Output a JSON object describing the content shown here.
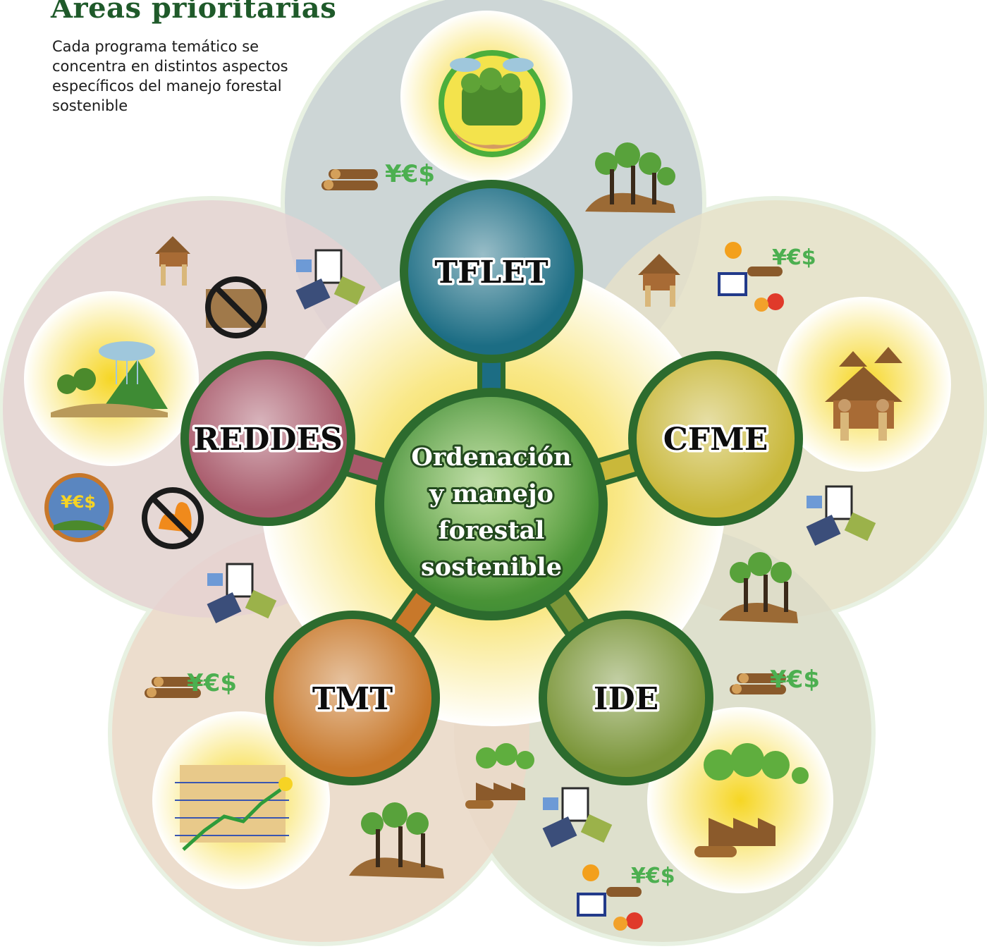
{
  "header": {
    "title": "Áreas prioritarias",
    "subtitle": "Cada programa temático se concentra en distintos aspectos específicos del manejo forestal sostenible"
  },
  "hub": {
    "lines": [
      "Ordenación",
      "y manejo",
      "forestal",
      "sostenible"
    ],
    "color": "#4e9a3c"
  },
  "programs": [
    {
      "id": "tflet",
      "label": "TFLET",
      "color": "#1c6d84",
      "petal": "#c7d0d3",
      "text_color": "#0d0d0d",
      "outline_color": "#ffffff"
    },
    {
      "id": "cfme",
      "label": "CFME",
      "color": "#c9b83a",
      "petal": "#e7e0c8",
      "text_color": "#0d0d0d",
      "outline_color": "#ffffff"
    },
    {
      "id": "ide",
      "label": "IDE",
      "color": "#7a9538",
      "petal": "#dcdcc8",
      "text_color": "#0d0d0d",
      "outline_color": "#ffffff"
    },
    {
      "id": "tmt",
      "label": "TMT",
      "color": "#c8782a",
      "petal": "#edd8c8",
      "text_color": "#0d0d0d",
      "outline_color": "#ffffff"
    },
    {
      "id": "reddes",
      "label": "REDDES",
      "color": "#a8596a",
      "petal": "#e5d2d2",
      "text_color": "#0d0d0d",
      "outline_color": "#ffffff"
    }
  ],
  "icons": [
    "protected-forest-hands-icon",
    "timber-money-icon",
    "forest-biodiversity-icon",
    "village-community-icon",
    "forest-products-icon",
    "certification-agreement-icon",
    "industry-factory-icon",
    "market-trend-icon",
    "no-deforestation-icon",
    "no-fire-icon",
    "watershed-climate-icon",
    "ecosystem-payments-icon"
  ],
  "colors": {
    "ring_border": "#2c6b2e",
    "outer_halo": "#e8f1e2",
    "glow": "#f5d93a"
  }
}
